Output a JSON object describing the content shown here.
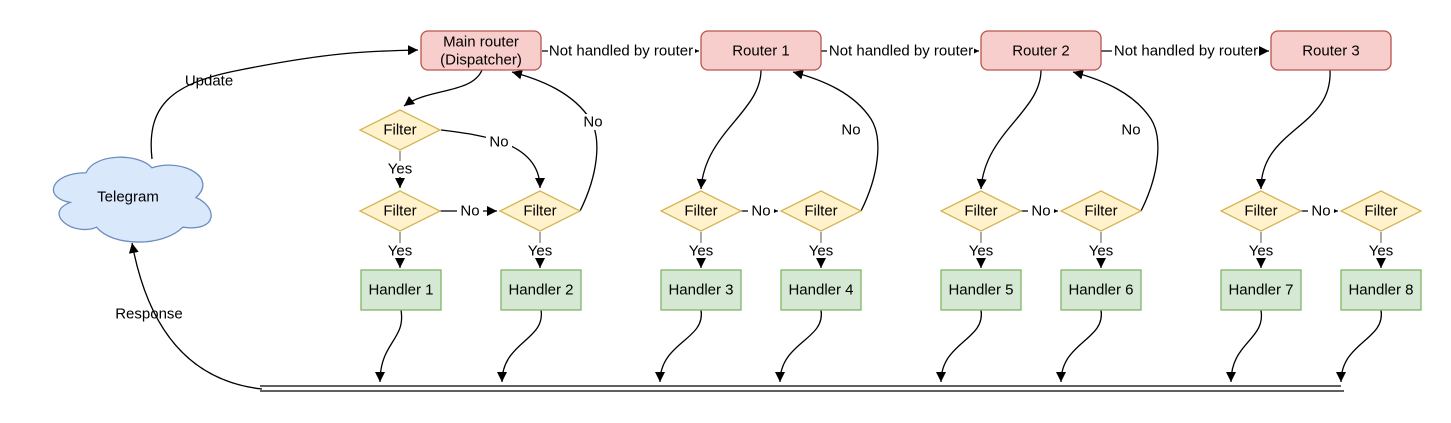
{
  "colors": {
    "router_fill": "#f8cecc",
    "router_stroke": "#b85450",
    "filter_fill": "#fff2cc",
    "filter_stroke": "#d6b656",
    "handler_fill": "#d5e8d4",
    "handler_stroke": "#82b366",
    "cloud_fill": "#dae8fc",
    "cloud_stroke": "#6c8ebf",
    "edge": "#000000",
    "stub": "#808080"
  },
  "cloud": {
    "label": "Telegram"
  },
  "edges": {
    "update": "Update",
    "response": "Response",
    "not_handled": "Not handled by router",
    "yes": "Yes",
    "no": "No"
  },
  "nodes": {
    "dispatcher": {
      "line1": "Main router",
      "line2": "(Dispatcher)"
    },
    "routers": [
      "Router 1",
      "Router 2",
      "Router 3"
    ],
    "filter": "Filter",
    "handlers": [
      "Handler 1",
      "Handler 2",
      "Handler 3",
      "Handler 4",
      "Handler 5",
      "Handler 6",
      "Handler 7",
      "Handler 8"
    ]
  }
}
